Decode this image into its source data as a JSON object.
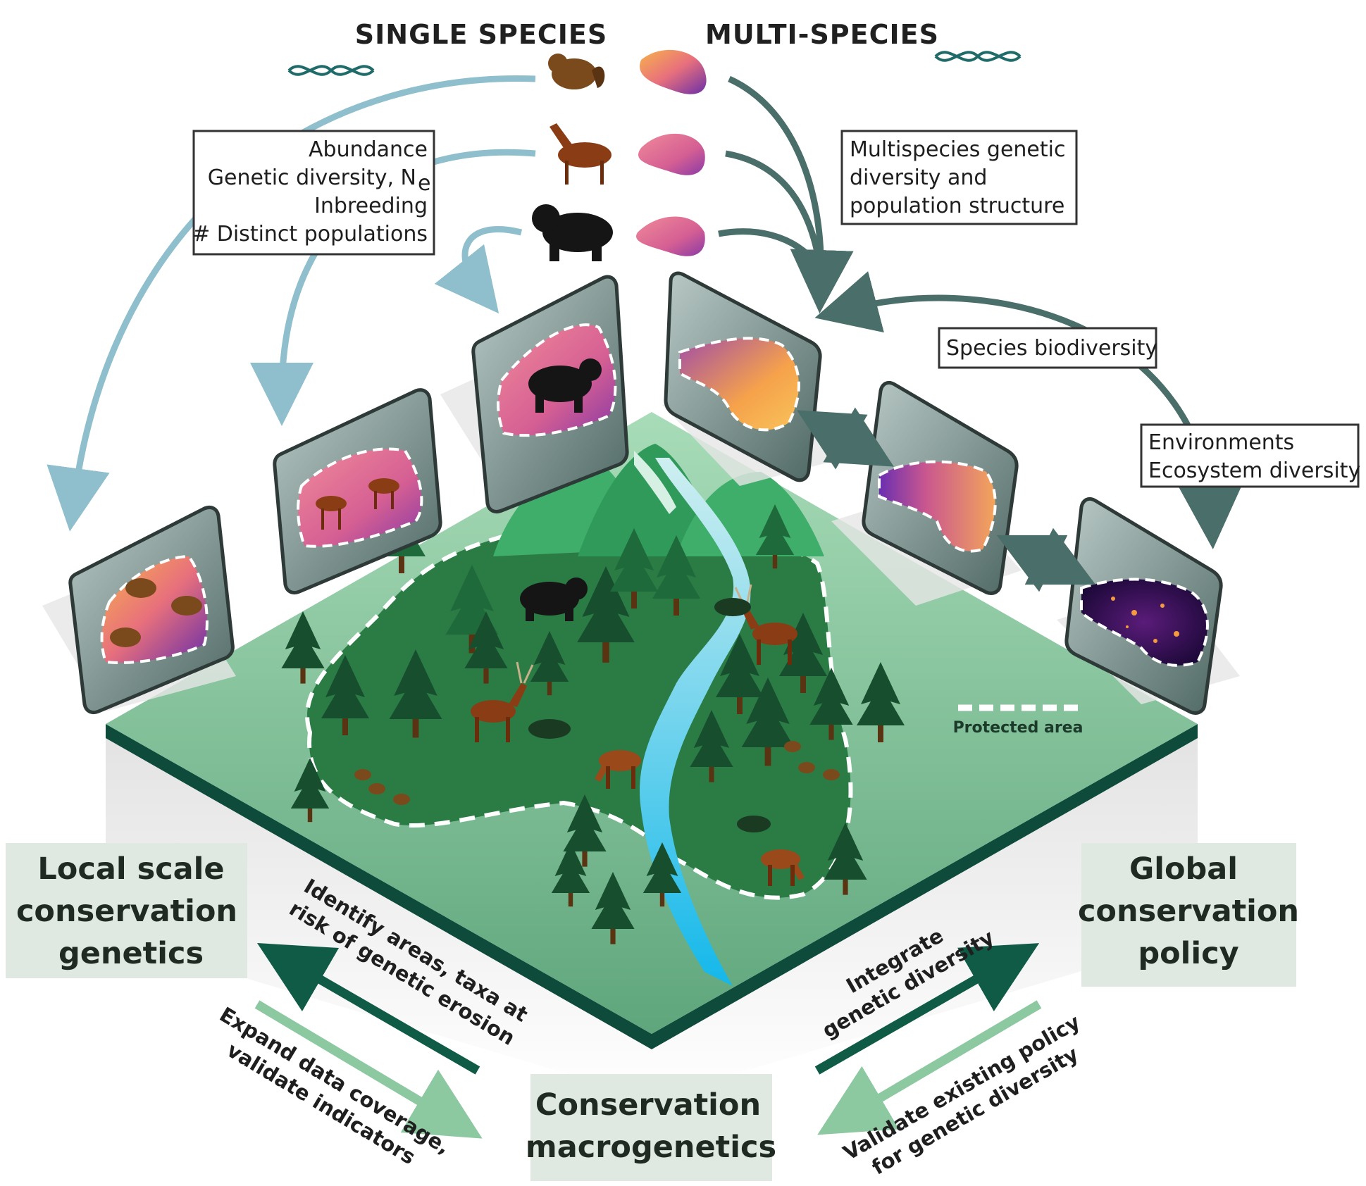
{
  "headers": {
    "single_species": "SINGLE SPECIES",
    "multi_species": "MULTI-SPECIES"
  },
  "single_species_box": {
    "line1": "Abundance",
    "line2": "Genetic diversity, N",
    "line2_sub": "e",
    "line3": "Inbreeding",
    "line4": "# Distinct populations"
  },
  "multispecies_box": {
    "line1": "Multispecies genetic",
    "line2": "diversity and",
    "line3": "population structure"
  },
  "species_biodiversity_box": {
    "line1": "Species biodiversity"
  },
  "environments_box": {
    "line1": "Environments",
    "line2": "Ecosystem diversity"
  },
  "legend": {
    "protected_area": "Protected area"
  },
  "scales": {
    "local": {
      "line1": "Local scale",
      "line2": "conservation",
      "line3": "genetics"
    },
    "global": {
      "line1": "Global",
      "line2": "conservation",
      "line3": "policy"
    },
    "macro": {
      "line1": "Conservation",
      "line2": "macrogenetics"
    }
  },
  "arrows": {
    "identify": {
      "line1": "Identify areas, taxa at",
      "line2": "risk of genetic erosion"
    },
    "expand": {
      "line1": "Expand data coverage,",
      "line2": "validate indicators"
    },
    "integrate": {
      "line1": "Integrate",
      "line2": "genetic diversity"
    },
    "validate": {
      "line1": "Validate existing policy",
      "line2": "for genetic diversity"
    }
  },
  "colors": {
    "light_blue_arrow": "#8fbfcc",
    "dark_teal_arrow": "#4a6e69",
    "dark_green_arrow": "#0f5b46",
    "light_green_arrow": "#8cc8a0",
    "board_top": "#7ec09a",
    "board_edge": "#0f4b3b"
  },
  "icons": {
    "dna": "dna-icon",
    "chipmunk": "chipmunk-icon",
    "deer": "deer-icon",
    "bear": "bear-icon"
  }
}
